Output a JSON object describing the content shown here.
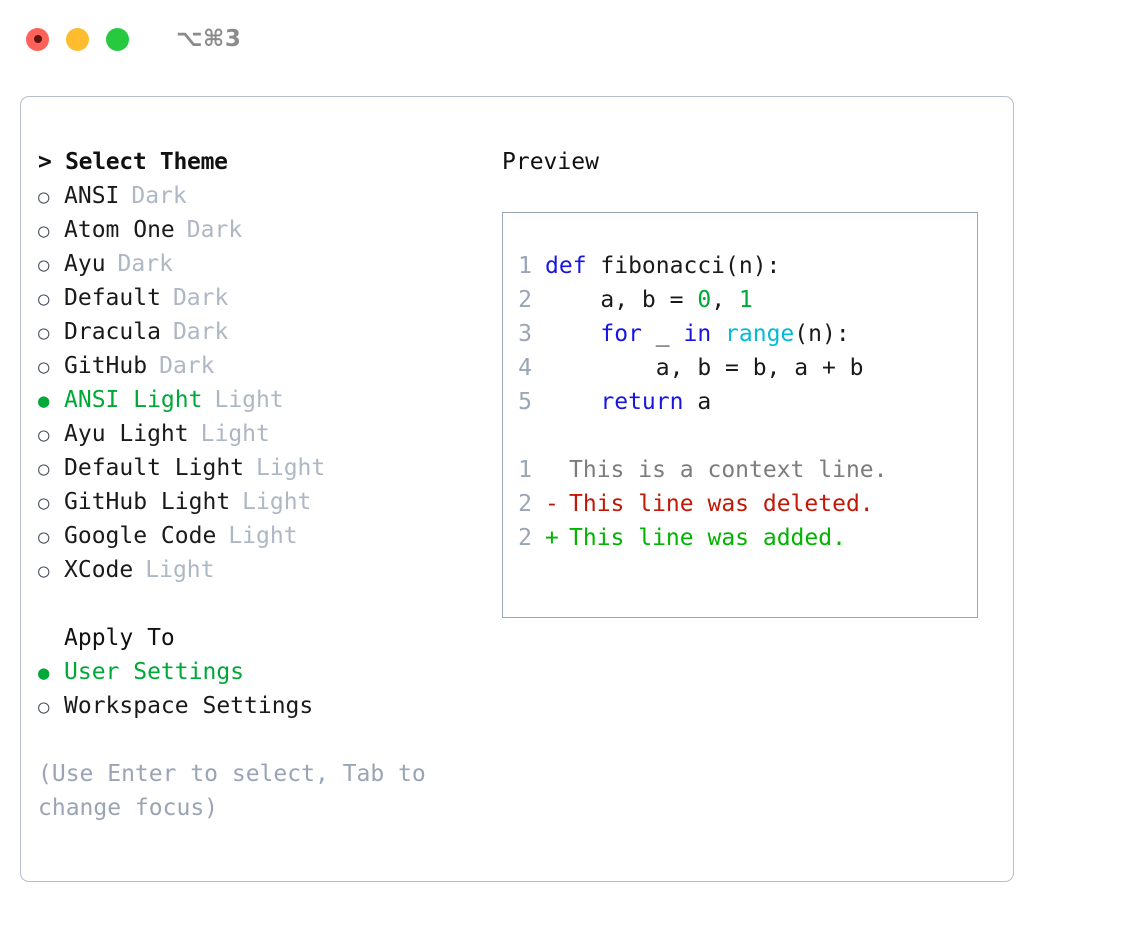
{
  "titlebar": {
    "shortcut": "⌥⌘3",
    "buttons": [
      {
        "name": "close",
        "color": "#fd6158"
      },
      {
        "name": "minimize",
        "color": "#febd2e"
      },
      {
        "name": "maximize",
        "color": "#27c93f"
      }
    ]
  },
  "theme_list": {
    "heading": "> Select Theme",
    "items": [
      {
        "name": "ANSI",
        "badge": "Dark",
        "selected": false,
        "marker": "○"
      },
      {
        "name": "Atom One",
        "badge": "Dark",
        "selected": false,
        "marker": "○"
      },
      {
        "name": "Ayu",
        "badge": "Dark",
        "selected": false,
        "marker": "○"
      },
      {
        "name": "Default",
        "badge": "Dark",
        "selected": false,
        "marker": "○"
      },
      {
        "name": "Dracula",
        "badge": "Dark",
        "selected": false,
        "marker": "○"
      },
      {
        "name": "GitHub",
        "badge": "Dark",
        "selected": false,
        "marker": "○"
      },
      {
        "name": "ANSI Light",
        "badge": "Light",
        "selected": true,
        "marker": "●"
      },
      {
        "name": "Ayu Light",
        "badge": "Light",
        "selected": false,
        "marker": "○"
      },
      {
        "name": "Default Light",
        "badge": "Light",
        "selected": false,
        "marker": "○"
      },
      {
        "name": "GitHub Light",
        "badge": "Light",
        "selected": false,
        "marker": "○"
      },
      {
        "name": "Google Code",
        "badge": "Light",
        "selected": false,
        "marker": "○"
      },
      {
        "name": "XCode",
        "badge": "Light",
        "selected": false,
        "marker": "○"
      }
    ]
  },
  "apply_to": {
    "heading": "Apply To",
    "options": [
      {
        "label": "User Settings",
        "selected": true,
        "marker": "●"
      },
      {
        "label": "Workspace Settings",
        "selected": false,
        "marker": "○"
      }
    ]
  },
  "hint": "(Use Enter to select, Tab to change focus)",
  "preview": {
    "heading": "Preview",
    "code_lines": [
      {
        "lineno": "1",
        "tokens": [
          {
            "text": "def ",
            "kind": "kw"
          },
          {
            "text": "fibonacci(n):",
            "kind": "plain"
          }
        ]
      },
      {
        "lineno": "2",
        "tokens": [
          {
            "text": "    a, b = ",
            "kind": "plain"
          },
          {
            "text": "0",
            "kind": "num"
          },
          {
            "text": ", ",
            "kind": "plain"
          },
          {
            "text": "1",
            "kind": "num"
          }
        ]
      },
      {
        "lineno": "3",
        "tokens": [
          {
            "text": "    for",
            "kind": "kw"
          },
          {
            "text": " _ ",
            "kind": "plain"
          },
          {
            "text": "in",
            "kind": "kw"
          },
          {
            "text": " ",
            "kind": "plain"
          },
          {
            "text": "range",
            "kind": "fn"
          },
          {
            "text": "(n):",
            "kind": "plain"
          }
        ]
      },
      {
        "lineno": "4",
        "tokens": [
          {
            "text": "        a, b = b, a + b",
            "kind": "plain"
          }
        ]
      },
      {
        "lineno": "5",
        "tokens": [
          {
            "text": "    return",
            "kind": "kw"
          },
          {
            "text": " a",
            "kind": "plain"
          }
        ]
      }
    ],
    "diff_lines": [
      {
        "lineno": "1",
        "mark": " ",
        "text": "This is a context line.",
        "kind": "ctx"
      },
      {
        "lineno": "2",
        "mark": "-",
        "text": "This line was deleted.",
        "kind": "del"
      },
      {
        "lineno": "2",
        "mark": "+",
        "text": "This line was added.",
        "kind": "add"
      }
    ]
  },
  "colors": {
    "accent_green": "#00a838",
    "muted": "#aeb7c4",
    "keyword_blue": "#1a16e0",
    "function_cyan": "#00bcd4",
    "number_green": "#00a838",
    "diff_add": "#00b400",
    "diff_del": "#c21807",
    "panel_border": "#b5bfcc",
    "preview_border": "#9aa7b8"
  }
}
